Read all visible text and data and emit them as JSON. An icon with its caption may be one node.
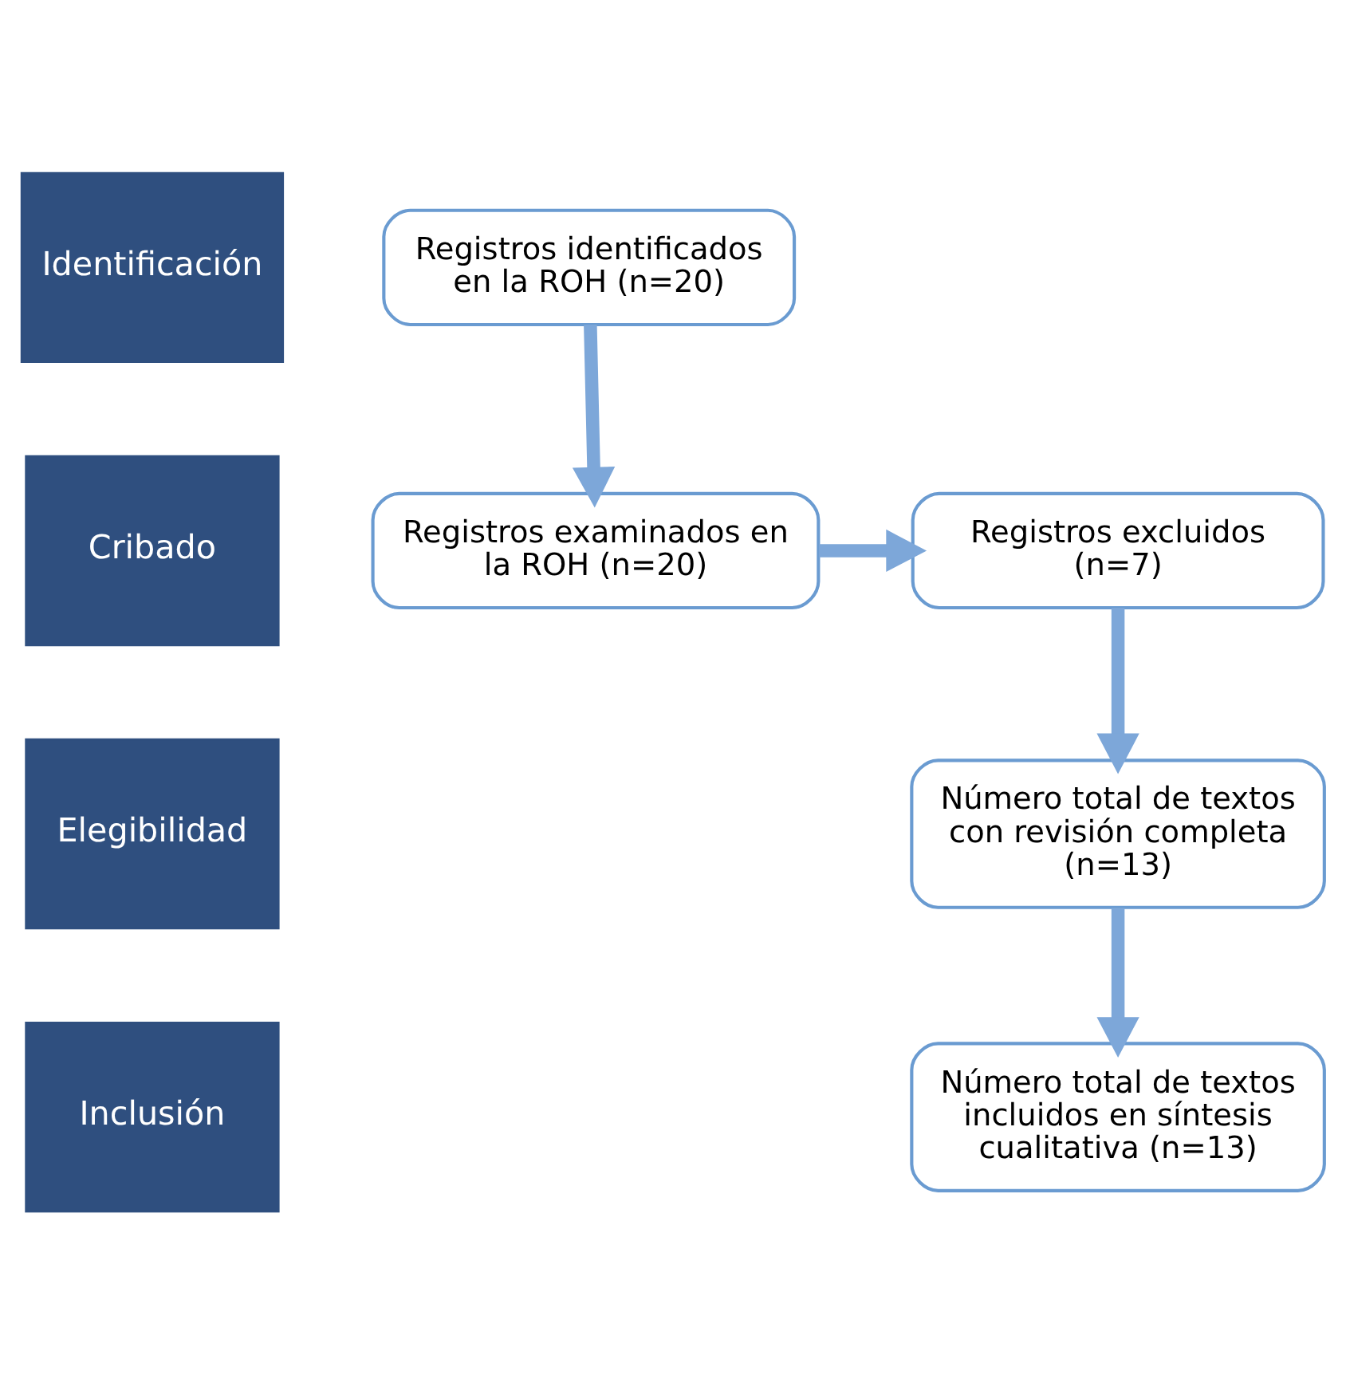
{
  "diagram": {
    "nodes": [
      {
        "text": [
          "Identificación"
        ]
      },
      {
        "text": [
          "Registros identificados en la ROH (n=20)"
        ]
      },
      {
        "text": [
          "Cribado"
        ]
      },
      {
        "text": [
          "Registros examinados en la ROH (n=20)"
        ]
      },
      {
        "text": [
          "Registros excluidos (n=7)"
        ]
      },
      {
        "text": [
          "Elegibilidad"
        ]
      },
      {
        "text": [
          "Número total de textos con revisión completa (n=13)"
        ]
      },
      {
        "text": [
          "Inclusión"
        ]
      },
      {
        "text": [
          "Número total de textos incluidos en síntesis cualitativa (n=13)"
        ]
      }
    ],
    "edges": [
      {
        "from": 1,
        "to": 3,
        "arrow": "to"
      },
      {
        "from": 3,
        "to": 4,
        "arrow": "to"
      },
      {
        "from": 4,
        "to": 6,
        "arrow": "to"
      },
      {
        "from": 6,
        "to": 8,
        "arrow": "to"
      }
    ]
  }
}
